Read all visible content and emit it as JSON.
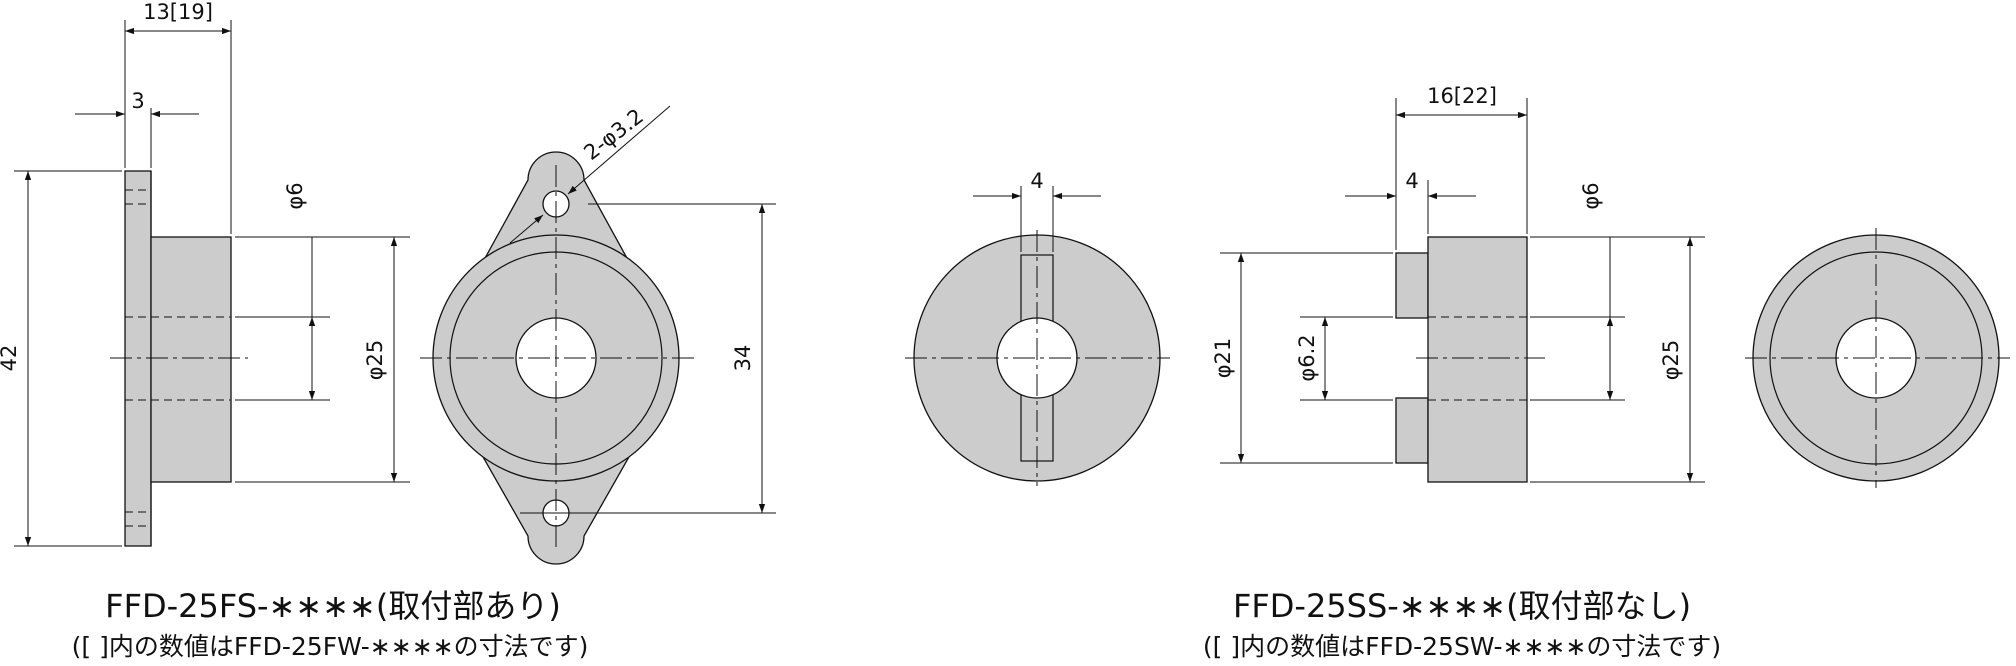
{
  "left_part": {
    "caption": "FFD-25FS-∗∗∗∗(取付部あり)",
    "note": "([ ]内の数値はFFD-25FW-∗∗∗∗の寸法です)",
    "dims": {
      "overall_width": "13[19]",
      "flange_thickness": "3",
      "height": "42",
      "bore": "φ6",
      "outer_diameter": "φ25",
      "mounting_holes": "2-φ3.2",
      "hole_pitch": "34"
    }
  },
  "right_part": {
    "caption": "FFD-25SS-∗∗∗∗(取付部なし)",
    "note": "([ ]内の数値はFFD-25SW-∗∗∗∗の寸法です)",
    "dims": {
      "slot_width_front": "4",
      "overall_width": "16[22]",
      "hub_length": "4",
      "bore": "φ6",
      "hub_diameter": "φ21",
      "inner_diameter": "φ6.2",
      "outer_diameter": "φ25"
    }
  }
}
